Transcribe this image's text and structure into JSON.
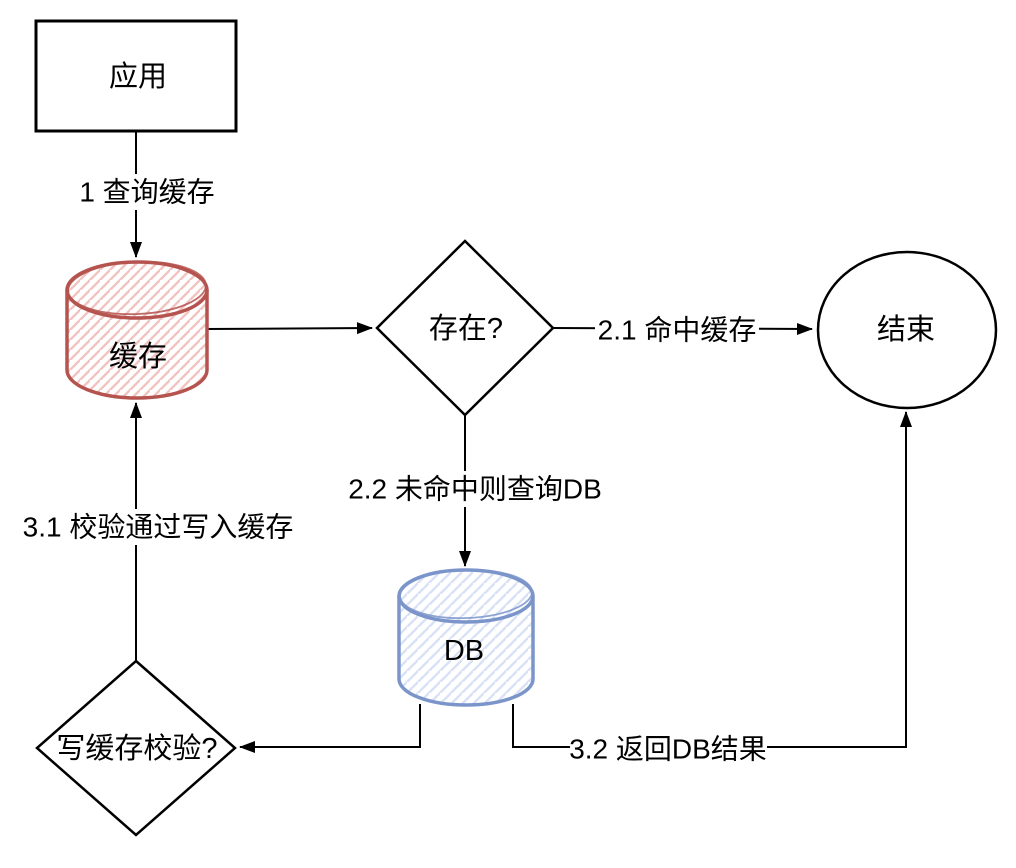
{
  "diagram": {
    "title": "cache-read-write-flow",
    "background": "#ffffff",
    "nodes": {
      "app": {
        "label": "应用",
        "shape": "rectangle",
        "stroke": "#000000",
        "fill": "#ffffff"
      },
      "cache": {
        "label": "缓存",
        "shape": "cylinder",
        "stroke": "#b5534f",
        "hatch": "#f2c4c1",
        "style": "sketch-hatched"
      },
      "exists": {
        "label": "存在?",
        "shape": "diamond",
        "stroke": "#000000",
        "fill": "#ffffff"
      },
      "end": {
        "label": "结束",
        "shape": "circle",
        "stroke": "#000000",
        "fill": "#ffffff"
      },
      "db": {
        "label": "DB",
        "shape": "cylinder",
        "stroke": "#7b95ca",
        "hatch": "#d9e2f5",
        "style": "sketch-hatched"
      },
      "write_check": {
        "label": "写缓存校验?",
        "shape": "diamond",
        "stroke": "#000000",
        "fill": "#ffffff"
      }
    },
    "edges": [
      {
        "from": "app",
        "to": "cache",
        "label": "1 查询缓存"
      },
      {
        "from": "cache",
        "to": "exists",
        "label": ""
      },
      {
        "from": "exists",
        "to": "end",
        "label": "2.1 命中缓存"
      },
      {
        "from": "exists",
        "to": "db",
        "label": "2.2 未命中则查询DB"
      },
      {
        "from": "db",
        "to": "write_check",
        "label": ""
      },
      {
        "from": "db",
        "to": "end",
        "label": "3.2 返回DB结果"
      },
      {
        "from": "write_check",
        "to": "cache",
        "label": "3.1 校验通过写入缓存"
      }
    ],
    "colors": {
      "edge": "#000000",
      "cache_stroke": "#b5534f",
      "cache_hatch": "#f2c4c1",
      "db_stroke": "#7b95ca",
      "db_hatch": "#d9e2f5"
    }
  }
}
